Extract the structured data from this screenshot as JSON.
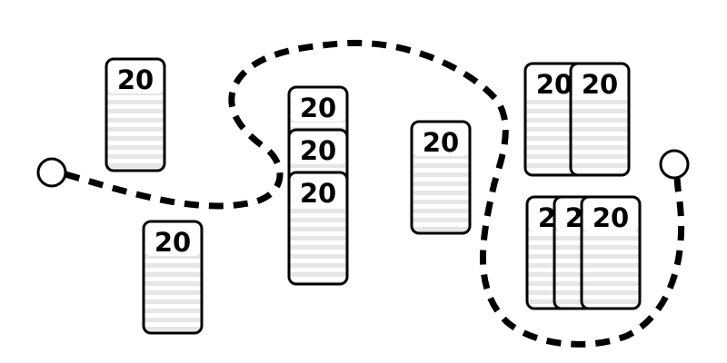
{
  "colors": {
    "stroke": "#000000",
    "background": "#ffffff",
    "stripe": "#e6e6e6"
  },
  "path": {
    "start_marker": "circle-endpoint",
    "end_marker": "circle-endpoint",
    "style": "dashed"
  },
  "bills": {
    "denomination": "20",
    "groups": [
      {
        "name": "bill-single-upper-left",
        "count": 1,
        "label": "20"
      },
      {
        "name": "bill-single-lower-left",
        "count": 1,
        "label": "20"
      },
      {
        "name": "bill-stack-three-vertical",
        "count": 3,
        "label": "20"
      },
      {
        "name": "bill-single-middle",
        "count": 1,
        "label": "20"
      },
      {
        "name": "bill-pair-upper-right",
        "count": 2,
        "label": "20"
      },
      {
        "name": "bill-stack-three-fan",
        "count": 3,
        "label": "20"
      }
    ]
  }
}
